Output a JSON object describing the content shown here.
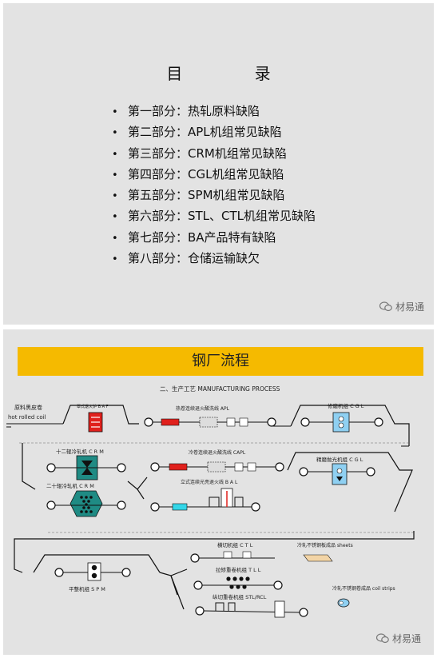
{
  "toc": {
    "title": "目 录",
    "bullet": "•",
    "items": [
      "第一部分：热轧原料缺陷",
      "第二部分：APL机组常见缺陷",
      "第三部分：CRM机组常见缺陷",
      "第四部分：CGL机组常见缺陷",
      "第五部分：SPM机组常见缺陷",
      "第六部分：STL、CTL机组常见缺陷",
      "第七部分：BA产品特有缺陷",
      "第八部分：仓储运输缺欠"
    ]
  },
  "watermark": "材易通",
  "process": {
    "banner": "钢厂流程",
    "subtitle": "二、生产工艺 MANUFACTURING PROCESS",
    "labels": {
      "raw_cn": "原料黑皮卷",
      "raw_en": "hot rolled coil",
      "furnace_small": "罩式退火炉 B A F",
      "apl": "热卷连续退火酸洗线 APL",
      "cgl1": "修磨机组 C G L",
      "crm12": "十二辊冷轧机 C R M",
      "crm20": "二十辊冷轧机 C R M",
      "capl": "冷卷连续退火酸洗线 CAPL",
      "bal": "立式连续光亮退火线 B A L",
      "cgl2": "精磨抛光机组 C G L",
      "spm": "平整机组 S P M",
      "ctl": "横切机组 C T L",
      "sheets": "冷轧不锈钢板成品 sheets",
      "tll": "拉矫重卷机组 T L L",
      "stl": "纵切重卷机组 STL/RCL",
      "coils": "冷轧不锈钢卷成品 coil strips"
    }
  },
  "colors": {
    "banner": "#f5ba00",
    "slide_bg": "#e3e3e3",
    "apl_red": "#e0201c",
    "crm_teal": "#1f8b84",
    "bal_cyan": "#33d6e8",
    "cgl_blue": "#8fd0f2",
    "sheet_tan": "#f2d4a6"
  }
}
